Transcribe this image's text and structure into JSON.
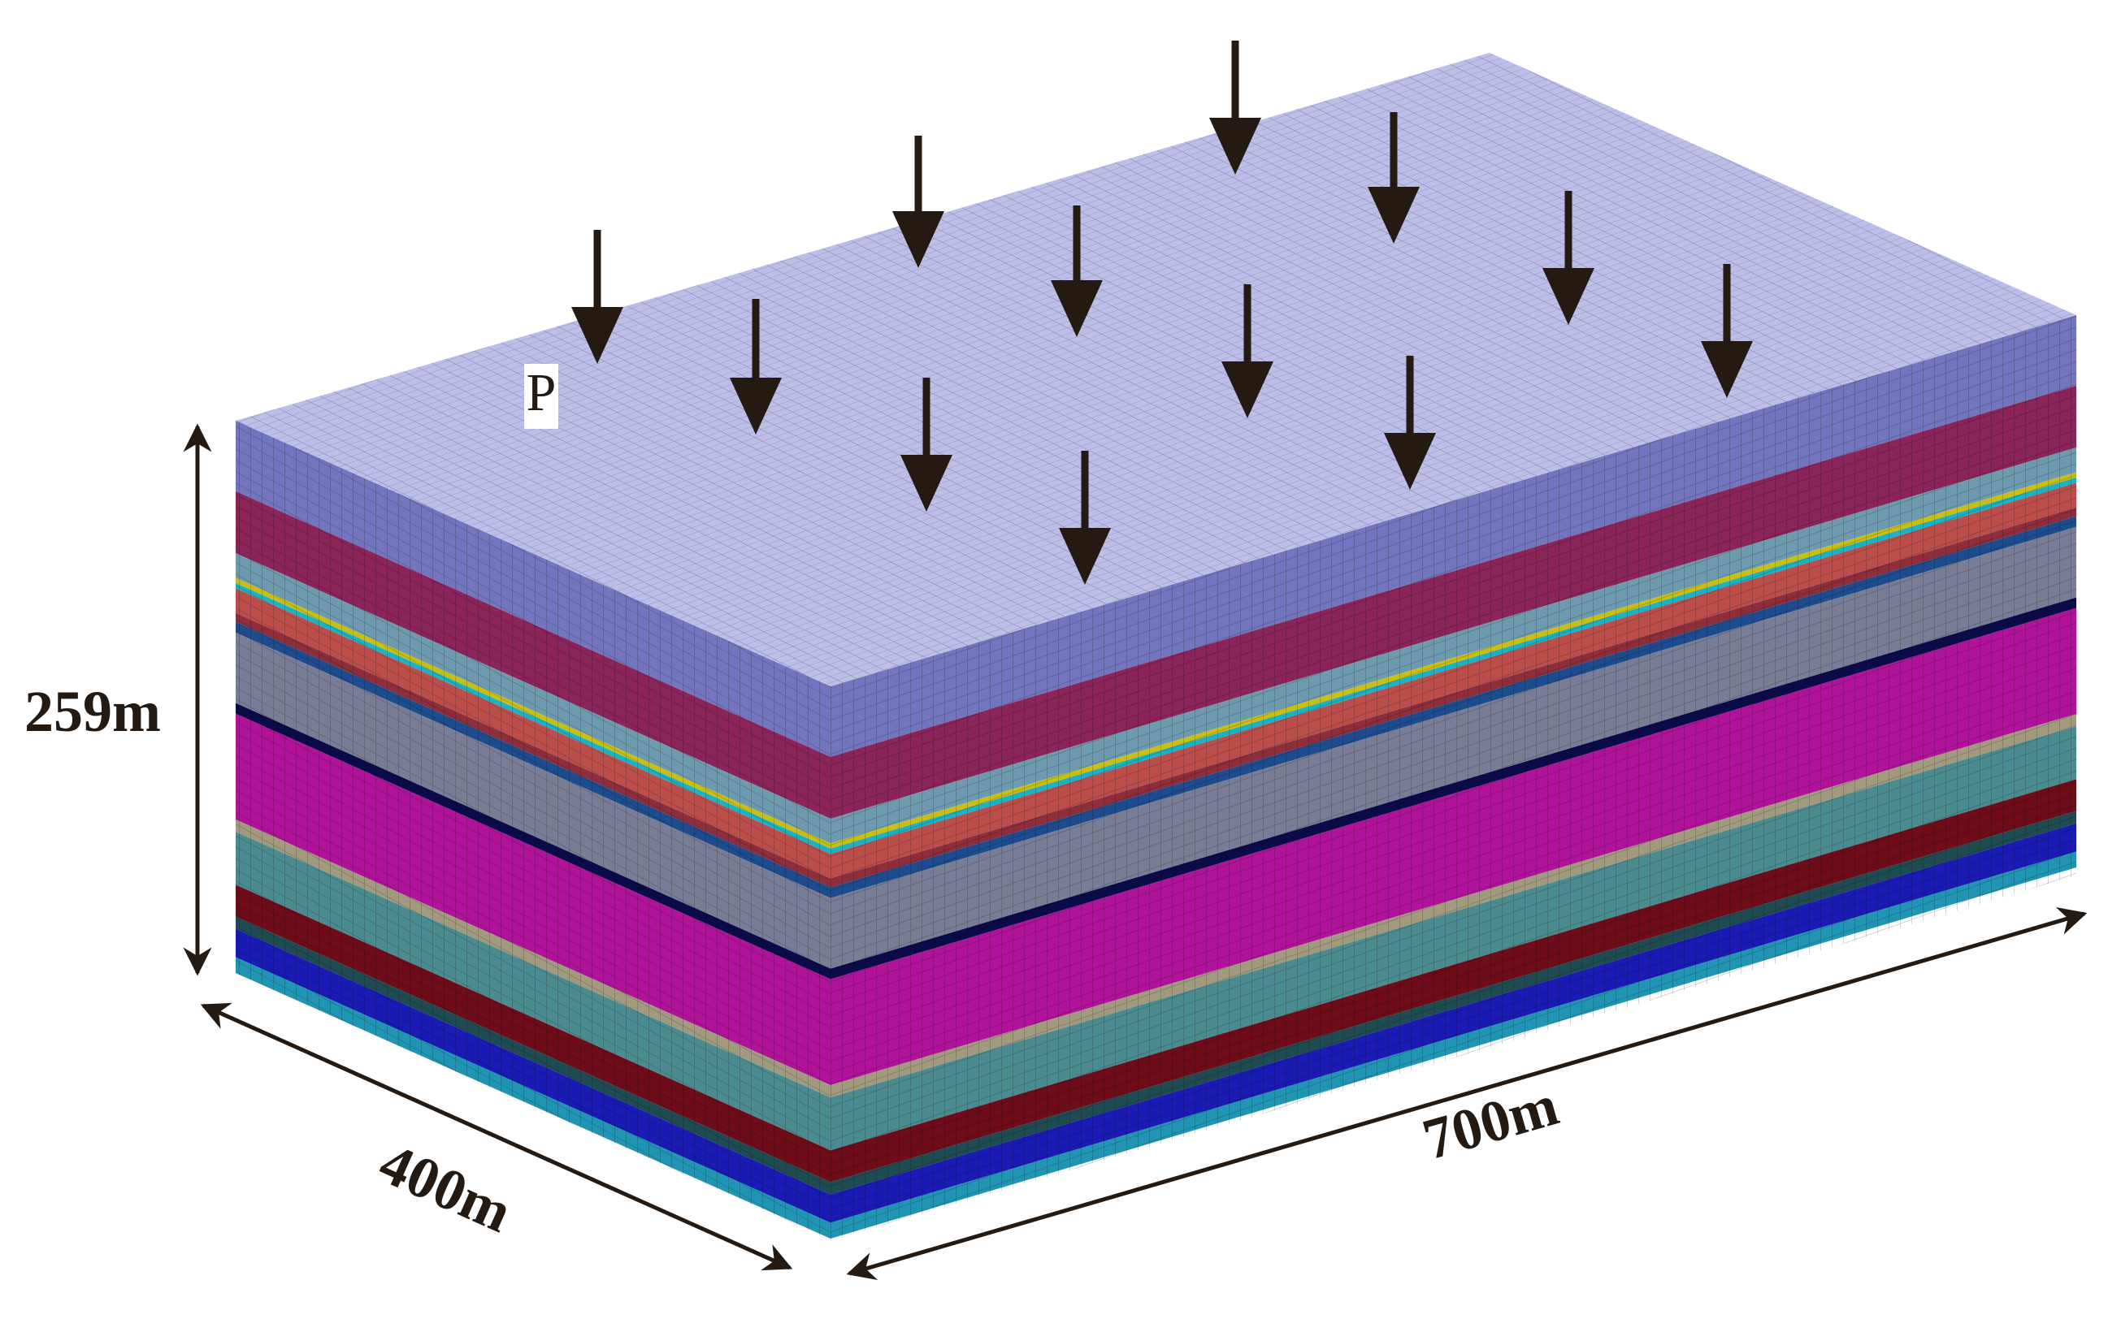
{
  "diagram": {
    "load_label": "P",
    "dimensions": {
      "height": "259m",
      "width": "400m",
      "length": "700m"
    },
    "top_color": "#bdbfe8",
    "layers": [
      {
        "color": "#7376bf"
      },
      {
        "color": "#8a2459"
      },
      {
        "color": "#6d9aae"
      },
      {
        "color": "#c9bf12"
      },
      {
        "color": "#1ab2c4"
      },
      {
        "color": "#bb4e4a"
      },
      {
        "color": "#8c2e3c"
      },
      {
        "color": "#1c4b8e"
      },
      {
        "color": "#787d95"
      },
      {
        "color": "#0b0b4a"
      },
      {
        "color": "#b0139a"
      },
      {
        "color": "#a29a7e"
      },
      {
        "color": "#4a8b90"
      },
      {
        "color": "#6e0c1a"
      },
      {
        "color": "#1e4c52"
      },
      {
        "color": "#1a1ab4"
      },
      {
        "color": "#1f95b3"
      }
    ],
    "arrow_color": "#241a12",
    "dimension_color": "#241a12"
  }
}
